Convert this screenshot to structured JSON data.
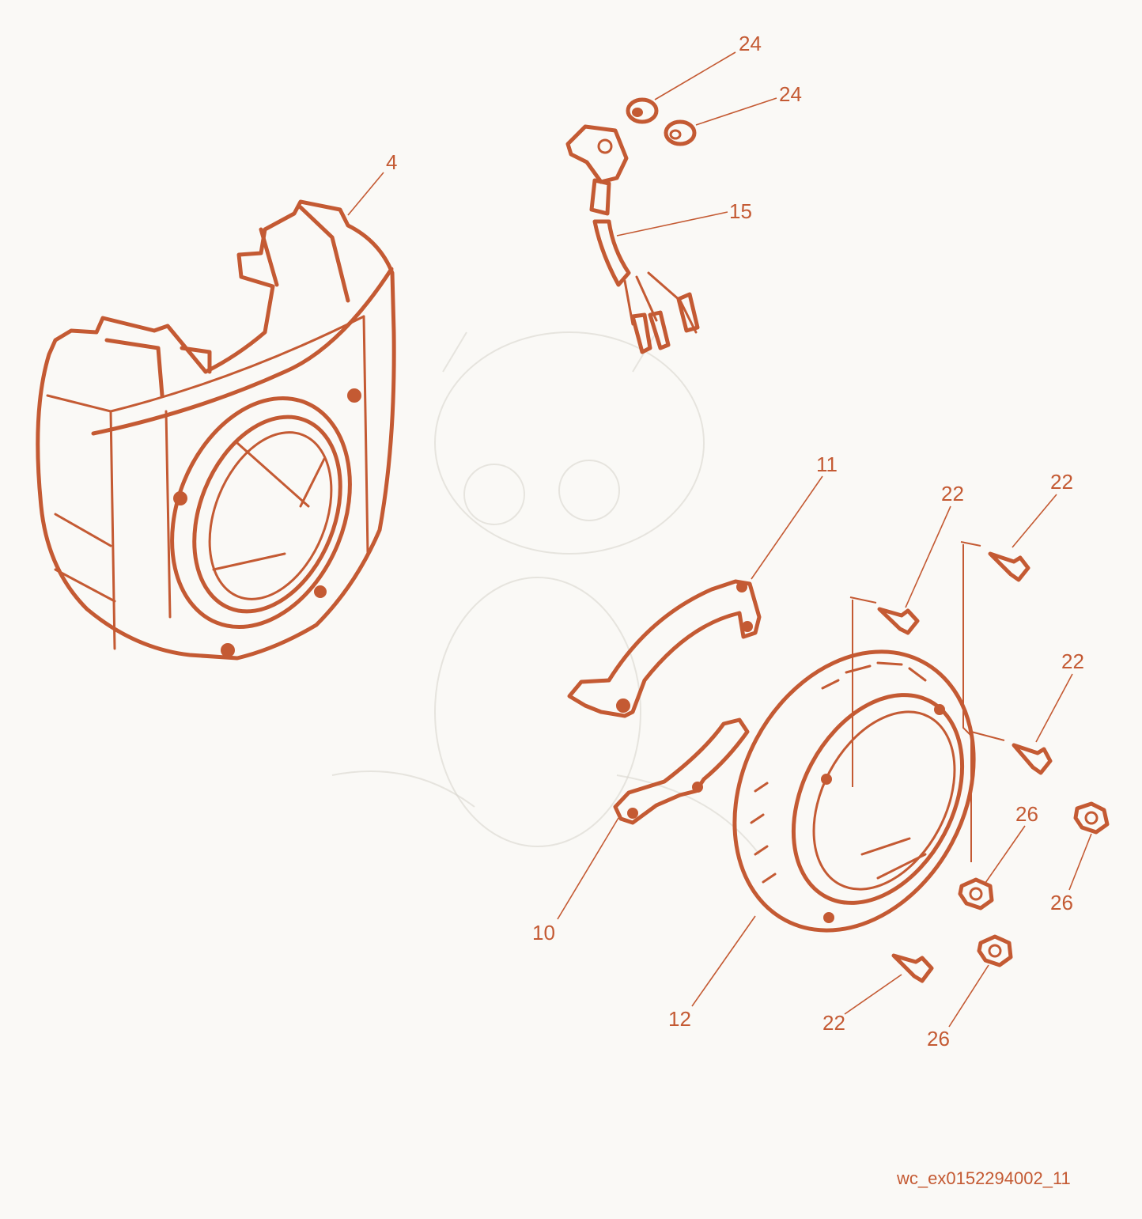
{
  "callouts": {
    "c4": "4",
    "c15": "15",
    "c24a": "24",
    "c24b": "24",
    "c11": "11",
    "c22a": "22",
    "c22b": "22",
    "c22c": "22",
    "c22d": "22",
    "c26a": "26",
    "c26b": "26",
    "c26c": "26",
    "c10": "10",
    "c12": "12"
  },
  "drawing_ref": "wc_ex0152294002_11",
  "colors": {
    "accent": "#c45a33",
    "background": "#faf9f6"
  }
}
